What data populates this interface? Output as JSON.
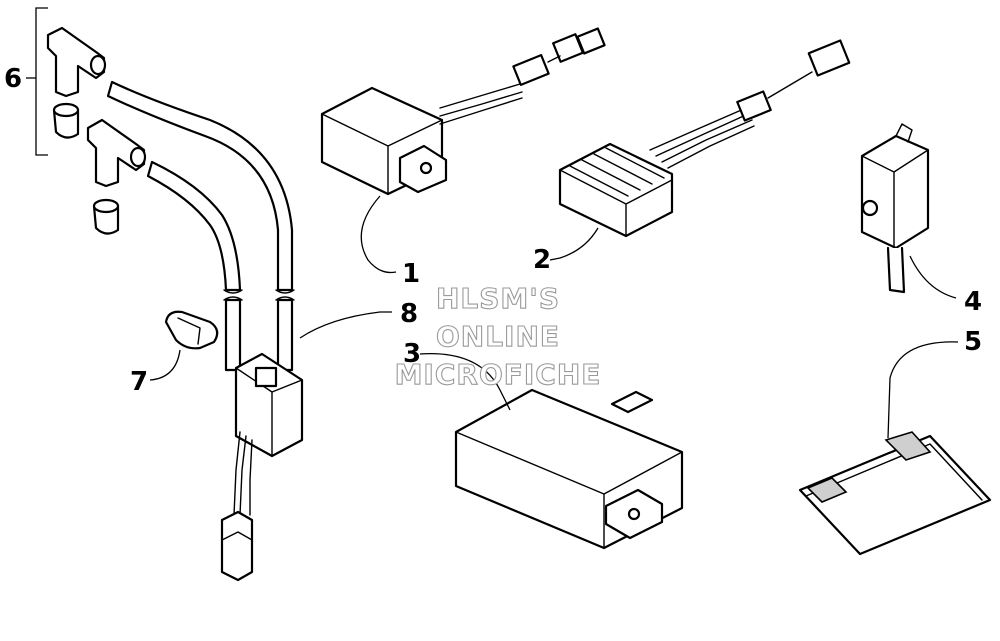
{
  "callouts": {
    "c1": "1",
    "c2": "2",
    "c3": "3",
    "c4": "4",
    "c5": "5",
    "c6": "6",
    "c7": "7",
    "c8": "8"
  },
  "watermark": {
    "line1": "HLSM'S",
    "line2": "ONLINE",
    "line3": "MICROFICHE"
  }
}
